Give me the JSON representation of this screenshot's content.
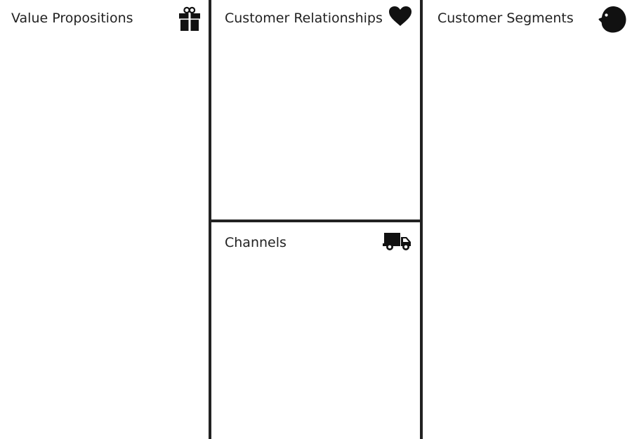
{
  "canvas": {
    "line_color": "#222222",
    "sections": [
      {
        "key": "value_propositions",
        "title": "Value Propositions",
        "icon": "gift-icon"
      },
      {
        "key": "customer_relationships",
        "title": "Customer Relationships",
        "icon": "heart-icon"
      },
      {
        "key": "channels",
        "title": "Channels",
        "icon": "truck-icon"
      },
      {
        "key": "customer_segments",
        "title": "Customer Segments",
        "icon": "face-icon"
      }
    ]
  }
}
